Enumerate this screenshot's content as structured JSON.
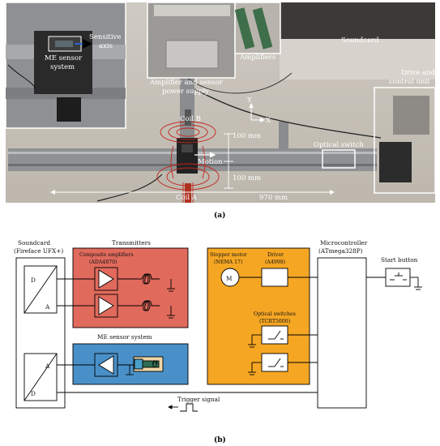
{
  "panel_a": {
    "caption": "(a)",
    "labels": {
      "sensitive_axis": [
        "Sensitive",
        "axis"
      ],
      "me_sensor_system": [
        "ME sensor",
        "system"
      ],
      "amplifier_supply": [
        "Amplifier and sensor",
        "power supply"
      ],
      "amplifiers": "Amplifiers",
      "soundcard": "Soundcard",
      "drive_control": [
        "Drive and",
        "control unit"
      ],
      "coil_b": "Coil B",
      "coil_a": "Coil A",
      "axis_y": "Y",
      "axis_x": "X",
      "dist_top": "100 mm",
      "dist_bottom": "100 mm",
      "motion": "Motion",
      "optical_switch": "Optical switch",
      "rail_length": "970 mm"
    }
  },
  "panel_b": {
    "caption": "(b)",
    "soundcard": {
      "title": [
        "Soundcard",
        "(Fireface UFX+)"
      ],
      "dac_top": "D",
      "dac_bottom": "A",
      "adc_top": "A",
      "adc_bottom": "D"
    },
    "transmitters": {
      "title": "Transmitters",
      "sub": [
        "Composite amplifiers",
        "(ADA4870)"
      ]
    },
    "sensor_box": {
      "title": "ME sensor system"
    },
    "motor": {
      "title": [
        "Stepper motor",
        "(NEMA 17)"
      ],
      "symbol": "M"
    },
    "driver": {
      "title": [
        "Driver",
        "(A4998)"
      ]
    },
    "optical": {
      "title": [
        "Optical switches",
        "(TCRT5000)"
      ]
    },
    "micro": {
      "title": [
        "Microcontroller",
        "(ATmega328P)"
      ]
    },
    "start_button": "Start button",
    "trigger": "Trigger signal"
  },
  "colors": {
    "transmitter_fill": "#E06A5C",
    "sensor_fill": "#4A90C8",
    "motor_fill": "#F5A623"
  }
}
